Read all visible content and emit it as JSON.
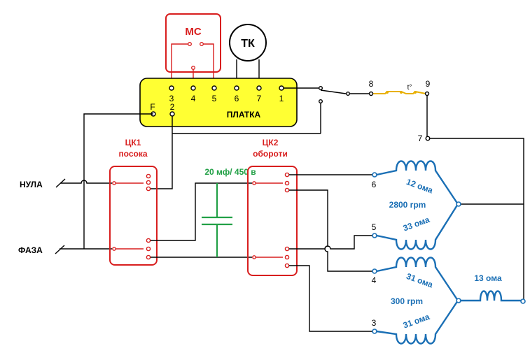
{
  "ms_label": "МС",
  "tk_label": "ТК",
  "board": {
    "label": "ПЛАТКА",
    "pins": [
      "3",
      "4",
      "5",
      "6",
      "7",
      "1"
    ],
    "pin_f": "F",
    "pin_2": "2"
  },
  "thermostat": {
    "left_pin": "8",
    "right_pin": "9",
    "symbol": "t°"
  },
  "terminal_7": "7",
  "neutral_label": "НУЛА",
  "phase_label": "ФАЗА",
  "ck1": {
    "line1": "ЦК1",
    "line2": "посока"
  },
  "ck2": {
    "line1": "ЦК2",
    "line2": "обороти"
  },
  "capacitor_label": "20 мф/ 450 в",
  "motor_terminals": [
    "6",
    "5",
    "4",
    "3"
  ],
  "windings": {
    "high_speed_top": "12 ома",
    "high_speed_bottom": "33 ома",
    "high_speed_rpm": "2800 rpm",
    "low_speed_top": "31 ома",
    "low_speed_bottom": "31 ома",
    "low_speed_rpm": "300 rpm",
    "series_coil": "13 ома"
  },
  "colors": {
    "wire": "#000000",
    "board_fill": "#ffff33",
    "switch_red": "#d81e1e",
    "winding_blue": "#1a6fb5",
    "capacitor_green": "#22a046",
    "thermostat_yellow": "#e8b000"
  }
}
